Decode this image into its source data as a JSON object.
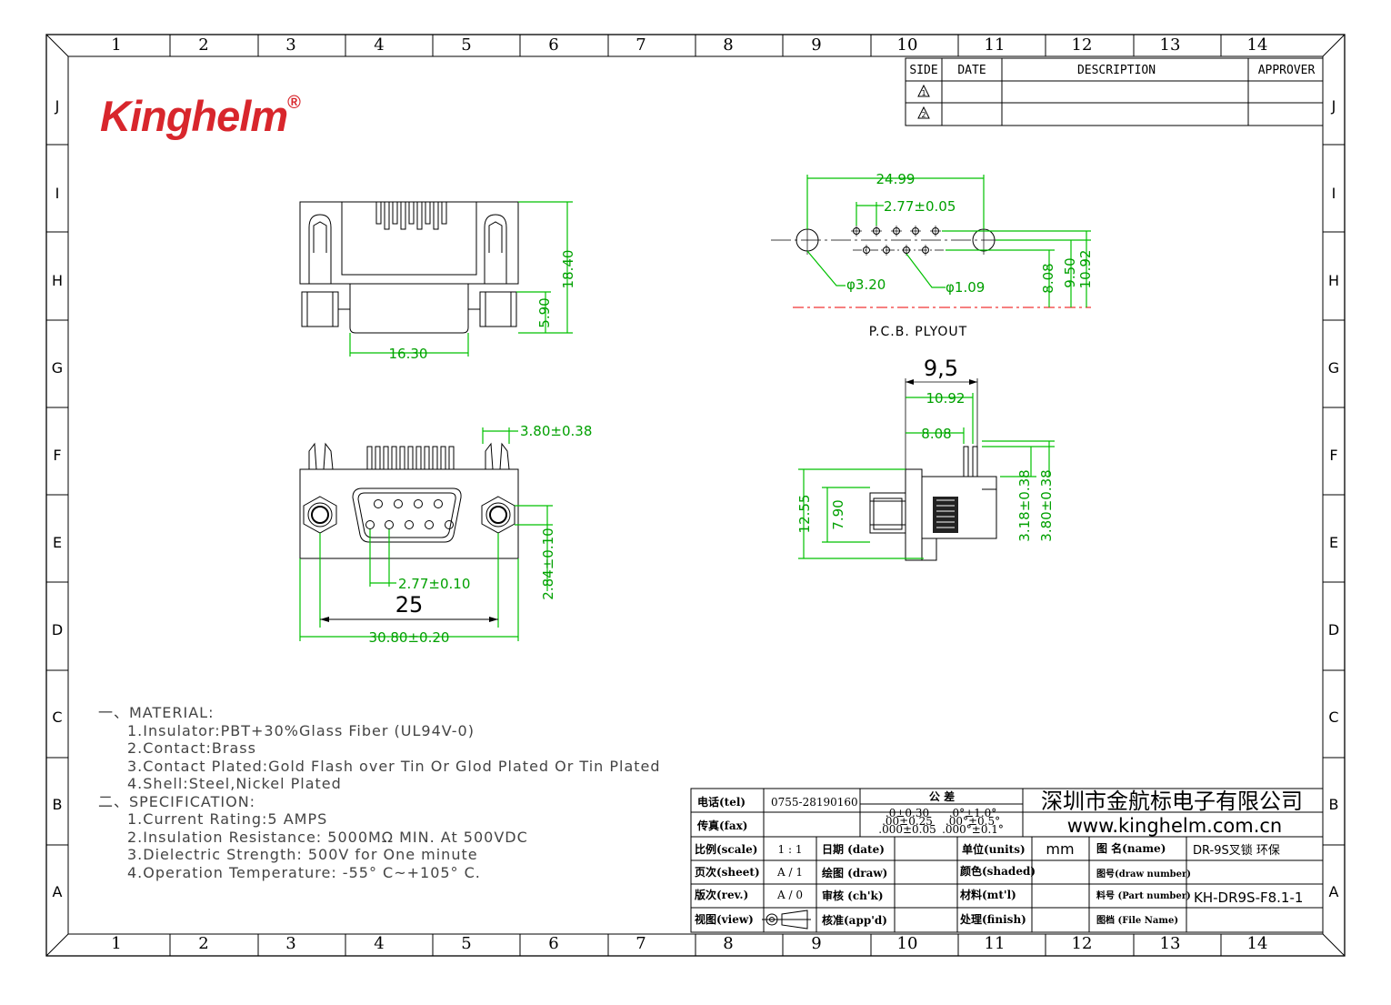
{
  "logo": {
    "text": "Kinghelm",
    "reg": "®"
  },
  "frame": {
    "col_numbers": [
      "1",
      "2",
      "3",
      "4",
      "5",
      "6",
      "7",
      "8",
      "9",
      "10",
      "11",
      "12",
      "13",
      "14"
    ],
    "row_letters": [
      "J",
      "I",
      "H",
      "G",
      "F",
      "E",
      "D",
      "C",
      "B",
      "A"
    ]
  },
  "revision_table": {
    "headers": [
      "SIDE",
      "DATE",
      "DESCRIPTION",
      "APPROVER"
    ],
    "rows": [
      [
        "1",
        "",
        "",
        ""
      ],
      [
        "2",
        "",
        "",
        ""
      ]
    ]
  },
  "dimensions": {
    "top_view": {
      "d1": "18.40",
      "d2": "5.90",
      "d3": "16.30"
    },
    "pcb": {
      "w": "24.99",
      "pitch": "2.77±0.05",
      "hole_big": "φ3.20",
      "hole_small": "φ1.09",
      "h1": "8.08",
      "h2": "9.50",
      "h3": "10.92",
      "label": "P.C.B. PLYOUT"
    },
    "side": {
      "d95": "9,5",
      "d1092": "10.92",
      "d808": "8.08",
      "d1255": "12.55",
      "d790": "7.90",
      "d318": "3.18±0.38",
      "d380": "3.80±0.38"
    },
    "front": {
      "d380": "3.80±0.38",
      "d284": "2.84±0.10",
      "d277": "2.77±0.10",
      "d25": "25",
      "d3080": "30.80±0.20"
    }
  },
  "notes": {
    "material_title": "一、MATERIAL:",
    "material": [
      "1.Insulator:PBT+30%Glass Fiber (UL94V-0)",
      "2.Contact:Brass",
      "3.Contact Plated:Gold Flash over Tin Or Glod Plated Or Tin Plated",
      "4.Shell:Steel,Nickel Plated"
    ],
    "spec_title": "二、SPECIFICATION:",
    "spec": [
      "1.Current Rating:5 AMPS",
      "2.Insulation Resistance: 5000MΩ MIN. At 500VDC",
      "3.Dielectric Strength: 500V for One minute",
      "4.Operation Temperature: -55° C~+105° C."
    ]
  },
  "title_block": {
    "tel_label": "电话(tel)",
    "tel": "0755-28190160",
    "fax_label": "传真(fax)",
    "tol_label": "公      差",
    "tol_a": [
      ".0±0.30",
      ".00±0.25",
      ".000±0.05"
    ],
    "tol_b": [
      ".0°±1.0°",
      ".00°±0.5°",
      ".000°±0.1°"
    ],
    "company": "深圳市金航标电子有限公司",
    "website": "www.kinghelm.com.cn",
    "scale_label": "比例(scale)",
    "scale": "1 : 1",
    "date_label": "日期 (date)",
    "units_label": "单位(units)",
    "units": "mm",
    "name_label": "图  名(name)",
    "name": "DR-9S叉锁 环保",
    "sheet_label": "页次(sheet)",
    "sheet": "A / 1",
    "draw_label": "绘图 (draw)",
    "shaded_label": "颜色(shaded)",
    "drawno_label": "图号(draw number)",
    "rev_label": "版次(rev.)",
    "rev": "A / 0",
    "chk_label": "审核 (ch'k)",
    "mtl_label": "材料(mt'l)",
    "part_label": "料号 (Part number)",
    "part": "KH-DR9S-F8.1-1",
    "view_label": "视图(view)",
    "app_label": "核准(app'd)",
    "finish_label": "处理(finish)",
    "file_label": "图档 (File Name)"
  }
}
